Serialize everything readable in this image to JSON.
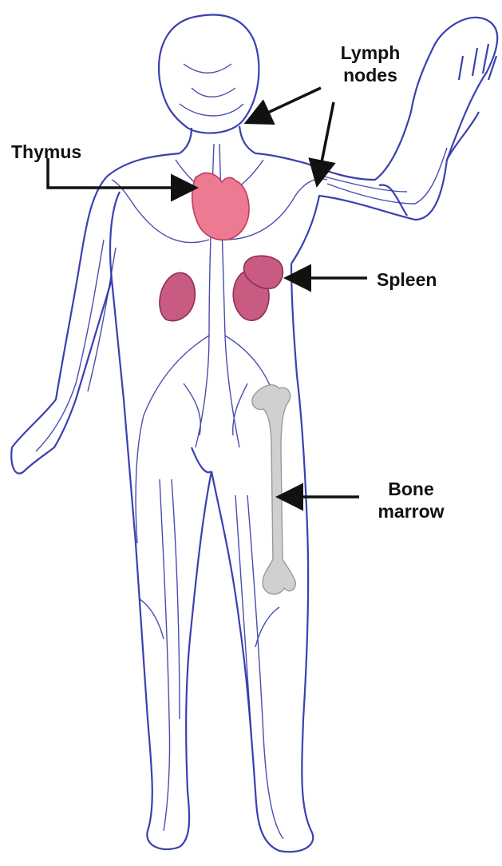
{
  "labels": {
    "lymph_nodes": [
      "Lymph",
      "nodes"
    ],
    "thymus": "Thymus",
    "spleen": "Spleen",
    "bone_marrow": [
      "Bone",
      "marrow"
    ]
  },
  "icons": {
    "body": "human-body-lymphatic-outline",
    "thymus": "thymus-organ",
    "spleen": "spleen-organ",
    "bone": "femur-bone"
  },
  "colors": {
    "vessels": "#2a2f9e",
    "outline": "#3b40b0",
    "organ_fill": "#e85a7a",
    "spleen_fill": "#c74d78",
    "bone_fill": "#cfcfcf",
    "label_text": "#111111",
    "arrow": "#111111"
  }
}
